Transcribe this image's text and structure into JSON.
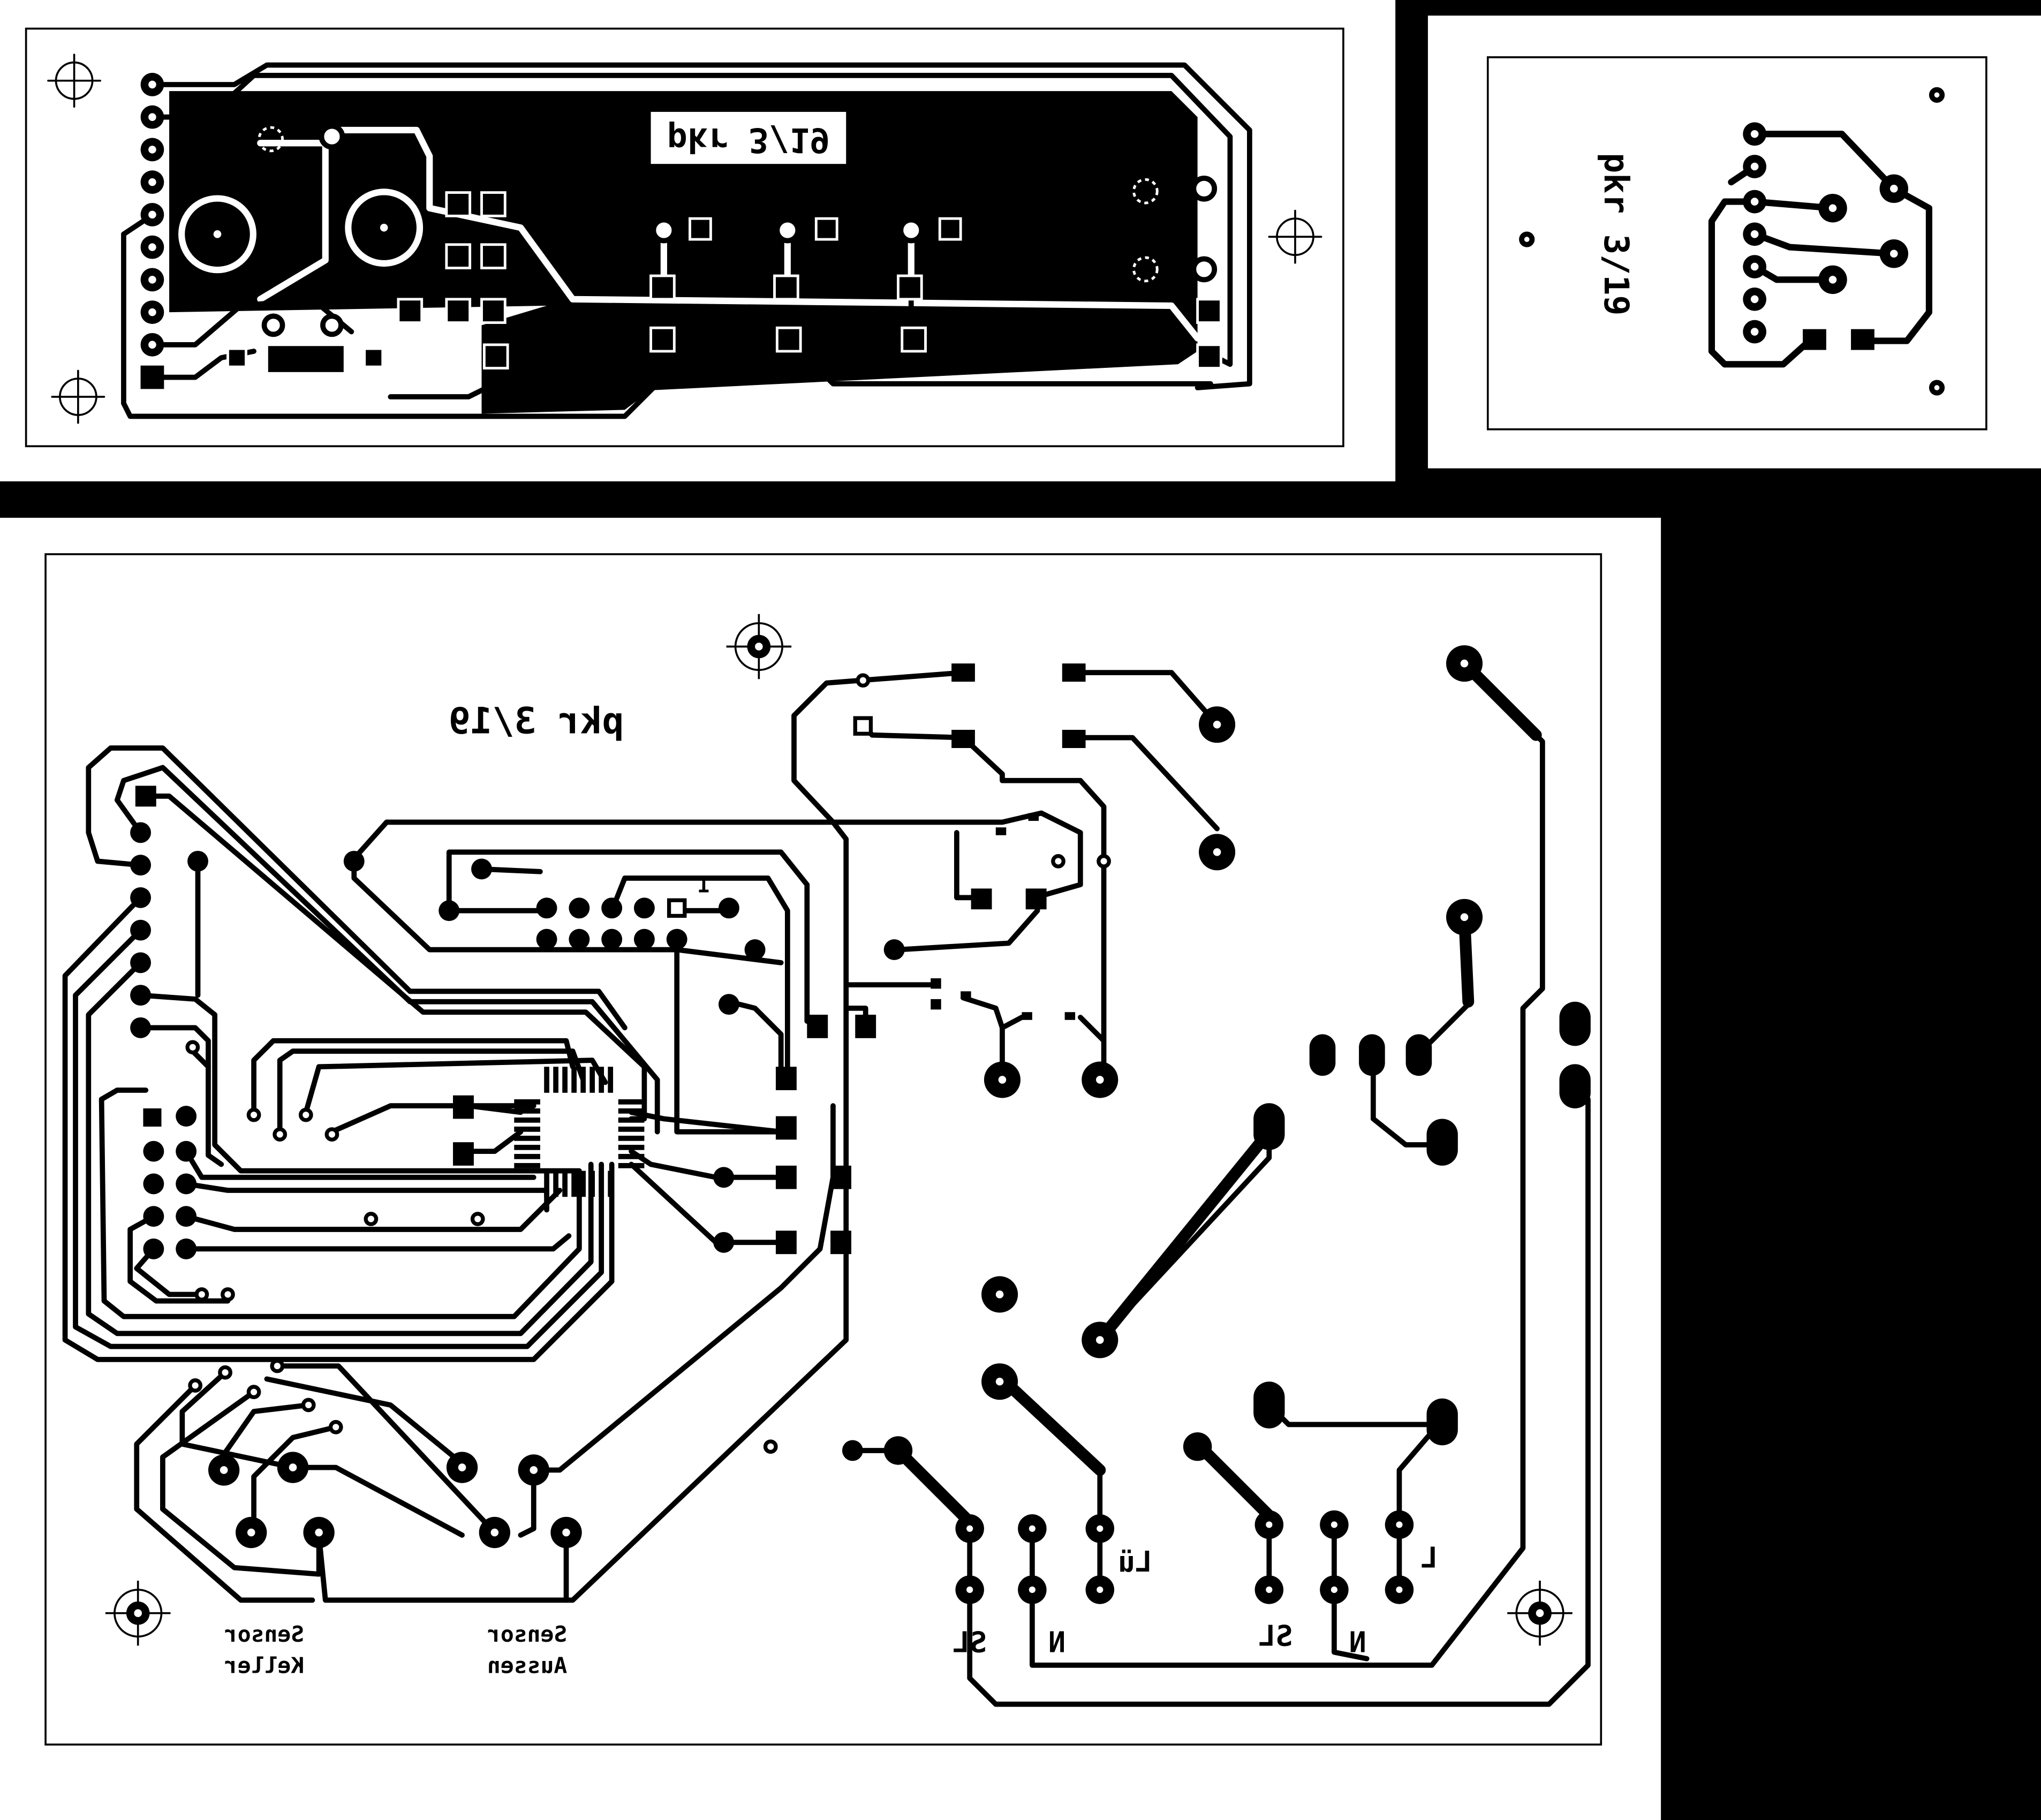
{
  "colors": {
    "copper": "#000000",
    "substrate": "#ffffff"
  },
  "boards": {
    "top_board": {
      "label": "pkr 3/19"
    },
    "right_board": {
      "label": "pkr 3/19"
    },
    "main_board": {
      "label": "pkr 3/19",
      "pin1_marker": "1",
      "sensor_keller": [
        "Sensor",
        "Keller"
      ],
      "sensor_aussen": [
        "Sensor",
        "Aussen"
      ],
      "terminals_left": [
        "SL",
        "N",
        "Lü"
      ],
      "terminals_right": [
        "SL",
        "N",
        "L"
      ]
    }
  }
}
